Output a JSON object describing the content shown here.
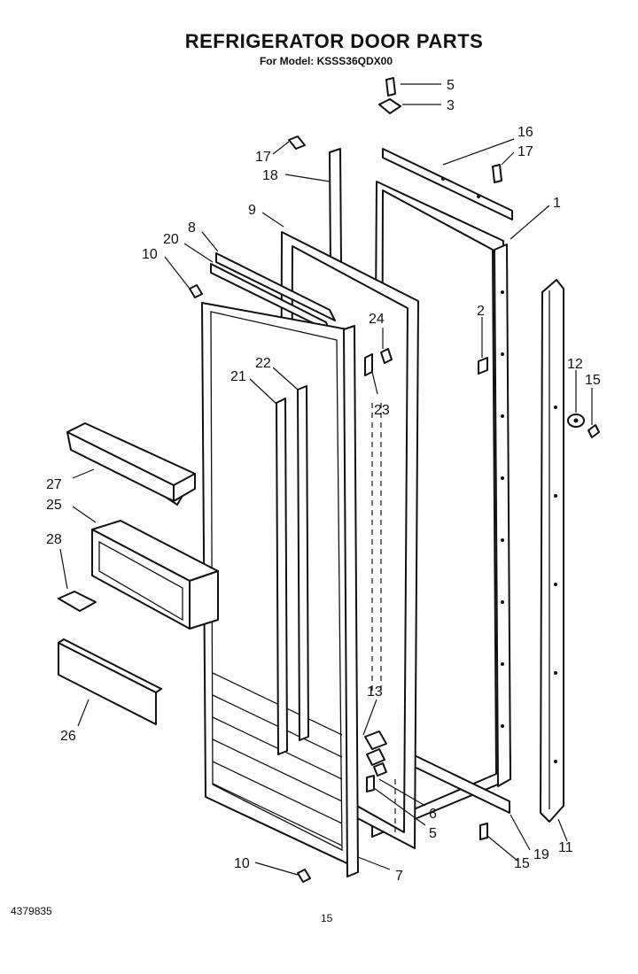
{
  "title": "REFRIGERATOR DOOR PARTS",
  "subtitle": "For Model: KSSS36QDX00",
  "footer": {
    "doc_number": "4379835",
    "page_number": "15"
  },
  "callouts": {
    "c1": "1",
    "c2": "2",
    "c3": "3",
    "c5a": "5",
    "c5b": "5",
    "c6": "6",
    "c7": "7",
    "c8": "8",
    "c9": "9",
    "c10a": "10",
    "c10b": "10",
    "c11": "11",
    "c12": "12",
    "c13": "13",
    "c15a": "15",
    "c15b": "15",
    "c16": "16",
    "c17a": "17",
    "c17b": "17",
    "c18": "18",
    "c19": "19",
    "c20": "20",
    "c21": "21",
    "c22": "22",
    "c23": "23",
    "c24": "24",
    "c25": "25",
    "c26": "26",
    "c27": "27",
    "c28": "28"
  }
}
